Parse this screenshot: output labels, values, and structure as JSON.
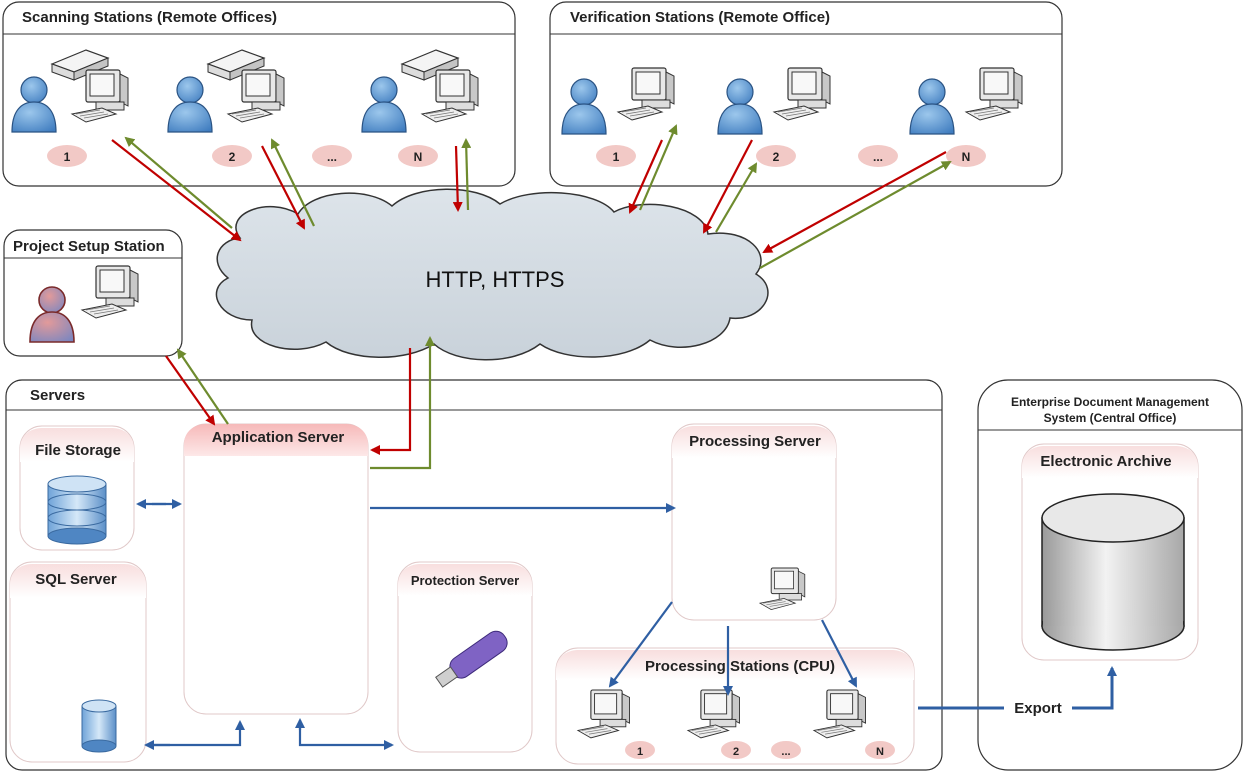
{
  "groups": {
    "scanning": {
      "title": "Scanning Stations (Remote Offices)",
      "badges": [
        "1",
        "2",
        "...",
        "N"
      ]
    },
    "verification": {
      "title": "Verification Stations (Remote Office)",
      "badges": [
        "1",
        "2",
        "...",
        "N"
      ]
    },
    "project_setup": {
      "title": "Project Setup Station"
    },
    "servers": {
      "title": "Servers"
    },
    "edms": {
      "title_line1": "Enterprise Document Management",
      "title_line2": "System (Central Office)"
    }
  },
  "network": {
    "label": "HTTP, HTTPS"
  },
  "nodes": {
    "file_storage": "File Storage",
    "application_server": "Application Server",
    "sql_server": "SQL Server",
    "protection_server": "Protection Server",
    "processing_server": "Processing Server",
    "processing_stations": {
      "title": "Processing Stations (CPU)",
      "badges": [
        "1",
        "2",
        "...",
        "N"
      ]
    },
    "electronic_archive": "Electronic Archive"
  },
  "edges": {
    "export_label": "Export"
  },
  "colors": {
    "request": "#c00000",
    "response": "#6e8b2e",
    "internal": "#2f5fa3",
    "header_pink": "#f4c6c6"
  }
}
